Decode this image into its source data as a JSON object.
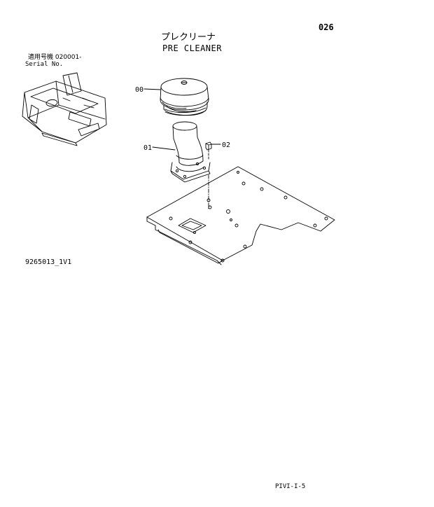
{
  "page_number": "026",
  "title": {
    "japanese": "プレクリーナ",
    "english": "PRE CLEANER"
  },
  "serial": {
    "label_jp": "適用号機 020001-",
    "label_en": "Serial No."
  },
  "callouts": [
    {
      "id": "00"
    },
    {
      "id": "01"
    },
    {
      "id": "02"
    }
  ],
  "drawing_number": "9265013_1V1",
  "footer_code": "PIVI-I-5",
  "colors": {
    "ink": "#000000",
    "paper": "#ffffff"
  }
}
